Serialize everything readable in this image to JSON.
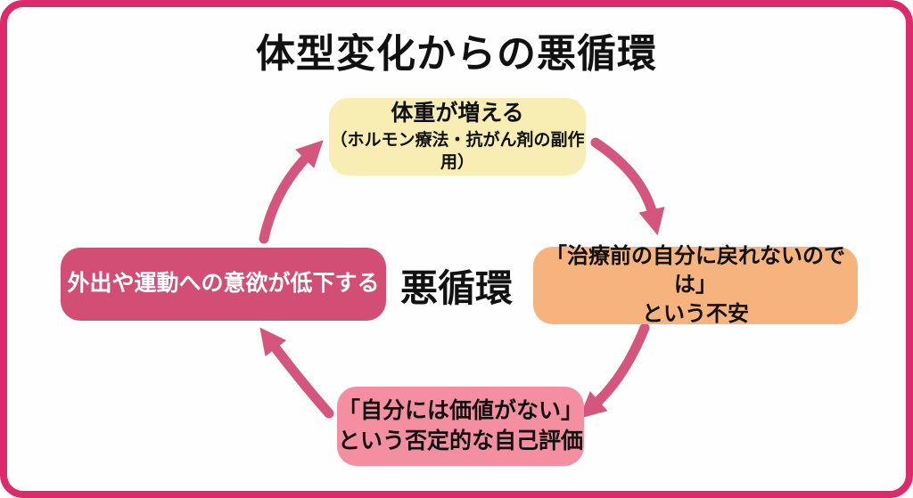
{
  "title": "体型変化からの悪循環",
  "center_label": "悪循環",
  "frame": {
    "border_color": "#DC2A6C",
    "background_color": "#FFFFFF"
  },
  "cycle": {
    "arrow_color": "#D4557D",
    "direction": "clockwise",
    "nodes": [
      {
        "id": "weight-gain",
        "position": "top",
        "bg": "#F8EDB3",
        "text_color": "#111111",
        "line1": "体重が増える",
        "line2": "（ホルモン療法・抗がん剤の副作用）"
      },
      {
        "id": "anxiety",
        "position": "right",
        "bg": "#F6B37D",
        "text_color": "#111111",
        "line1": "「治療前の自分に戻れないのでは」",
        "line2": "という不安"
      },
      {
        "id": "negative-self-evaluation",
        "position": "bottom",
        "bg": "#F48FA2",
        "text_color": "#111111",
        "line1": "「自分には価値がない」",
        "line2": "という否定的な自己評価"
      },
      {
        "id": "decreased-motivation",
        "position": "left",
        "bg": "#D24E74",
        "text_color": "#FFFFFF",
        "line1": "外出や運動への意欲が低下する",
        "line2": ""
      }
    ]
  }
}
